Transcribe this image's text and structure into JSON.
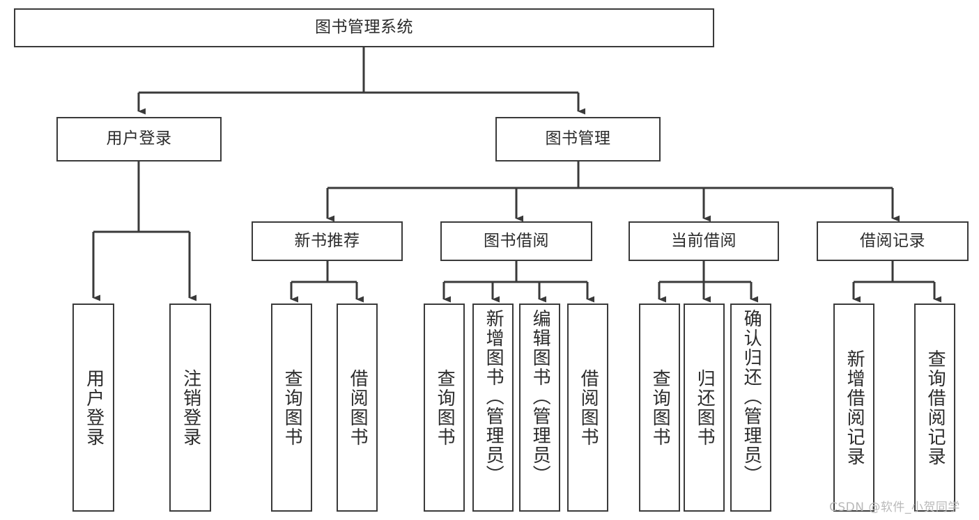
{
  "diagram": {
    "title": "图书管理系统",
    "type": "tree-hierarchy-chart",
    "stroke_color": "#3a3a3a",
    "text_color": "#2b2b2b",
    "background_color": "#ffffff",
    "nodes": {
      "root": {
        "label": "图书管理系统"
      },
      "level2": [
        {
          "id": "user-login",
          "label": "用户登录"
        },
        {
          "id": "book-management",
          "label": "图书管理"
        }
      ],
      "level3": [
        {
          "id": "new-book-recommend",
          "label": "新书推荐"
        },
        {
          "id": "book-borrow",
          "label": "图书借阅"
        },
        {
          "id": "current-borrow",
          "label": "当前借阅"
        },
        {
          "id": "borrow-record",
          "label": "借阅记录"
        }
      ],
      "leaves": [
        {
          "id": "leaf-user-login",
          "label": "用户登录",
          "parent": "user-login"
        },
        {
          "id": "leaf-logout-login",
          "label": "注销登录",
          "parent": "user-login"
        },
        {
          "id": "leaf-query-book-1",
          "label": "查询图书",
          "parent": "new-book-recommend"
        },
        {
          "id": "leaf-borrow-book-1",
          "label": "借阅图书",
          "parent": "new-book-recommend"
        },
        {
          "id": "leaf-query-book-2",
          "label": "查询图书",
          "parent": "book-borrow"
        },
        {
          "id": "leaf-add-book",
          "label": "新增图书（管理员）",
          "parent": "book-borrow"
        },
        {
          "id": "leaf-edit-book",
          "label": "编辑图书（管理员）",
          "parent": "book-borrow"
        },
        {
          "id": "leaf-borrow-book-2",
          "label": "借阅图书",
          "parent": "book-borrow"
        },
        {
          "id": "leaf-query-book-3",
          "label": "查询图书",
          "parent": "current-borrow"
        },
        {
          "id": "leaf-return-book",
          "label": "归还图书",
          "parent": "current-borrow"
        },
        {
          "id": "leaf-confirm-return",
          "label": "确认归还（管理员）",
          "parent": "current-borrow"
        },
        {
          "id": "leaf-add-record",
          "label": "新增借阅记录",
          "parent": "borrow-record"
        },
        {
          "id": "leaf-query-record",
          "label": "查询借阅记录",
          "parent": "borrow-record"
        }
      ]
    },
    "watermark": "CSDN @软件_小贺同学"
  }
}
